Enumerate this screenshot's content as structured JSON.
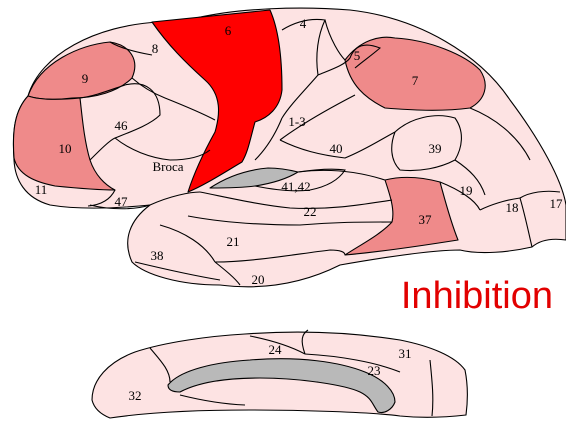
{
  "title": "Inhibition",
  "colors": {
    "background": "#ffffff",
    "low": "#fde3e3",
    "medium": "#ef8a8a",
    "high": "#ff0000",
    "unmapped": "#b9b9b9",
    "title": "#e20000",
    "outline": "#000000"
  },
  "lateral_view": {
    "areas": [
      {
        "label": "4",
        "level": "low"
      },
      {
        "label": "6",
        "level": "high"
      },
      {
        "label": "8",
        "level": "low"
      },
      {
        "label": "5",
        "level": "low"
      },
      {
        "label": "7",
        "level": "medium"
      },
      {
        "label": "9",
        "level": "medium"
      },
      {
        "label": "10",
        "level": "medium"
      },
      {
        "label": "46",
        "level": "low"
      },
      {
        "label": "Broca",
        "level": "low"
      },
      {
        "label": "11",
        "level": "low"
      },
      {
        "label": "47",
        "level": "low"
      },
      {
        "label": "1-3",
        "level": "low"
      },
      {
        "label": "40",
        "level": "low"
      },
      {
        "label": "39",
        "level": "low"
      },
      {
        "label": "41,42",
        "level": "low"
      },
      {
        "label": "22",
        "level": "low"
      },
      {
        "label": "21",
        "level": "low"
      },
      {
        "label": "38",
        "level": "low"
      },
      {
        "label": "20",
        "level": "low"
      },
      {
        "label": "37",
        "level": "medium"
      },
      {
        "label": "19",
        "level": "low"
      },
      {
        "label": "18",
        "level": "low"
      },
      {
        "label": "17",
        "level": "low"
      }
    ]
  },
  "medial_view": {
    "areas": [
      {
        "label": "24",
        "level": "low"
      },
      {
        "label": "31",
        "level": "low"
      },
      {
        "label": "23",
        "level": "low"
      },
      {
        "label": "32",
        "level": "low"
      }
    ]
  }
}
